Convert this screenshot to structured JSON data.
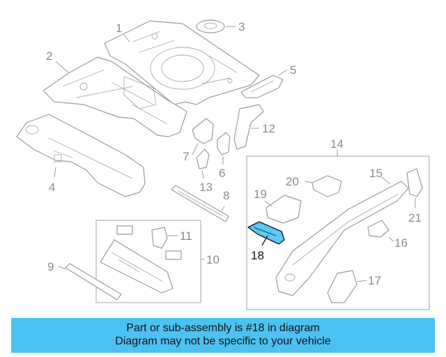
{
  "colors": {
    "banner_bg": "#4cc2f3",
    "highlight_part": "#5bc8f5",
    "line_art": "#9a9a9a"
  },
  "callouts": {
    "c1": "1",
    "c2": "2",
    "c3": "3",
    "c4": "4",
    "c5": "5",
    "c6": "6",
    "c7": "7",
    "c8": "8",
    "c9": "9",
    "c10": "10",
    "c11": "11",
    "c12": "12",
    "c13": "13",
    "c14": "14",
    "c15": "15",
    "c16": "16",
    "c17": "17",
    "c18": "18",
    "c19": "19",
    "c20": "20",
    "c21": "21"
  },
  "highlighted_part": "18",
  "banner": {
    "line1": "Part or sub-assembly is #18 in diagram",
    "line2": "Diagram may not be specific to your vehicle"
  }
}
